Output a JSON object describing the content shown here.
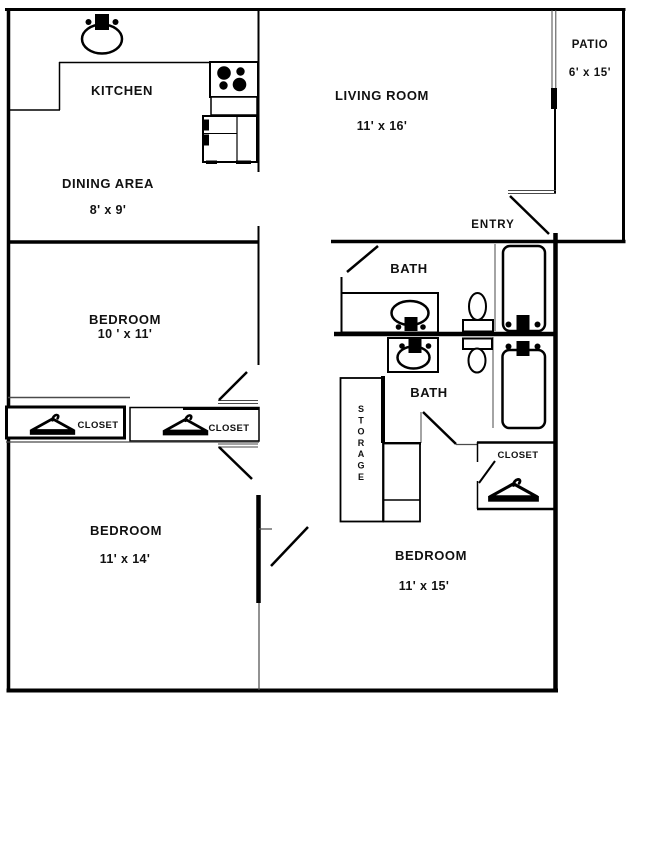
{
  "title": "Apartment floor plan",
  "colors": {
    "line": "#000000",
    "thin_line": "#4a4a4a",
    "background": "#ffffff"
  },
  "rooms": {
    "kitchen": {
      "label": "KITCHEN"
    },
    "dining": {
      "label": "DINING AREA",
      "dims": "8' x 9'"
    },
    "living": {
      "label": "LIVING ROOM",
      "dims": "11' x 16'"
    },
    "patio": {
      "label": "PATIO",
      "dims": "6' x 15'"
    },
    "entry": {
      "label": "ENTRY"
    },
    "bath_upper": {
      "label": "BATH"
    },
    "bath_lower": {
      "label": "BATH"
    },
    "bedroom_left_upper": {
      "label": "BEDROOM",
      "dims": "10 ' x 11'"
    },
    "bedroom_left_lower": {
      "label": "BEDROOM",
      "dims": "11' x 14'"
    },
    "bedroom_right": {
      "label": "BEDROOM",
      "dims": "11' x 15'"
    },
    "closet_left": {
      "label": "CLOSET"
    },
    "closet_middle": {
      "label": "CLOSET"
    },
    "closet_right": {
      "label": "CLOSET"
    },
    "storage": {
      "label": "STORAGE",
      "letters": [
        "S",
        "T",
        "O",
        "R",
        "A",
        "G",
        "E"
      ]
    }
  }
}
